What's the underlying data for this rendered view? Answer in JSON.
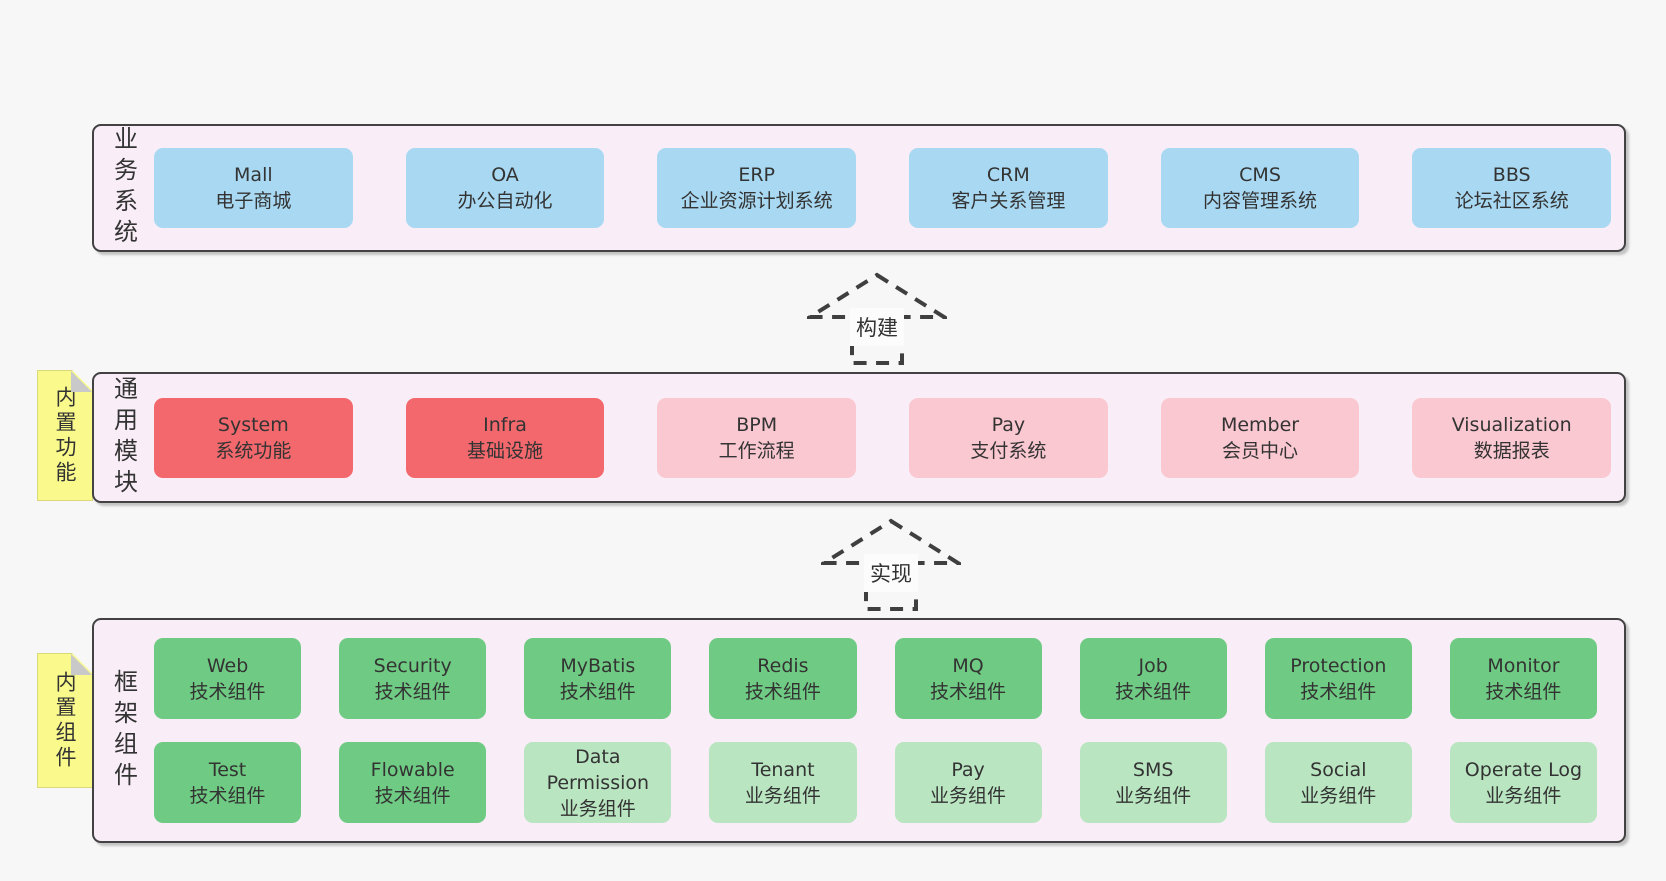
{
  "colors": {
    "page_bg": "#f7f7f7",
    "container_fill": "#f9eef7",
    "container_border": "#424242",
    "box_blue": "#a9d9f2",
    "box_red": "#f2686c",
    "box_pink": "#fac8d1",
    "box_green": "#6fcb83",
    "box_light_green": "#b9e5c1",
    "sticky_yellow": "#fafa8c",
    "sticky_fold_gray": "#c9c9c9",
    "text": "#333333"
  },
  "arrows": [
    {
      "label": "构建"
    },
    {
      "label": "实现"
    }
  ],
  "layers": {
    "business": {
      "label": "业务系统",
      "boxes": [
        {
          "title": "Mall",
          "subtitle": "电子商城"
        },
        {
          "title": "OA",
          "subtitle": "办公自动化"
        },
        {
          "title": "ERP",
          "subtitle": "企业资源计划系统"
        },
        {
          "title": "CRM",
          "subtitle": "客户关系管理"
        },
        {
          "title": "CMS",
          "subtitle": "内容管理系统"
        },
        {
          "title": "BBS",
          "subtitle": "论坛社区系统"
        }
      ]
    },
    "modules": {
      "label": "通用模块",
      "sticky": "内置功能",
      "boxes": [
        {
          "title": "System",
          "subtitle": "系统功能"
        },
        {
          "title": "Infra",
          "subtitle": "基础设施"
        },
        {
          "title": "BPM",
          "subtitle": "工作流程"
        },
        {
          "title": "Pay",
          "subtitle": "支付系统"
        },
        {
          "title": "Member",
          "subtitle": "会员中心"
        },
        {
          "title": "Visualization",
          "subtitle": "数据报表"
        }
      ]
    },
    "components": {
      "label": "框架组件",
      "sticky": "内置组件",
      "row1": [
        {
          "title": "Web",
          "subtitle": "技术组件"
        },
        {
          "title": "Security",
          "subtitle": "技术组件"
        },
        {
          "title": "MyBatis",
          "subtitle": "技术组件"
        },
        {
          "title": "Redis",
          "subtitle": "技术组件"
        },
        {
          "title": "MQ",
          "subtitle": "技术组件"
        },
        {
          "title": "Job",
          "subtitle": "技术组件"
        },
        {
          "title": "Protection",
          "subtitle": "技术组件"
        },
        {
          "title": "Monitor",
          "subtitle": "技术组件"
        }
      ],
      "row2": [
        {
          "title": "Test",
          "subtitle": "技术组件"
        },
        {
          "title": "Flowable",
          "subtitle": "技术组件"
        },
        {
          "title": "Data Permission",
          "subtitle": "业务组件"
        },
        {
          "title": "Tenant",
          "subtitle": "业务组件"
        },
        {
          "title": "Pay",
          "subtitle": "业务组件"
        },
        {
          "title": "SMS",
          "subtitle": "业务组件"
        },
        {
          "title": "Social",
          "subtitle": "业务组件"
        },
        {
          "title": "Operate Log",
          "subtitle": "业务组件"
        }
      ]
    }
  }
}
